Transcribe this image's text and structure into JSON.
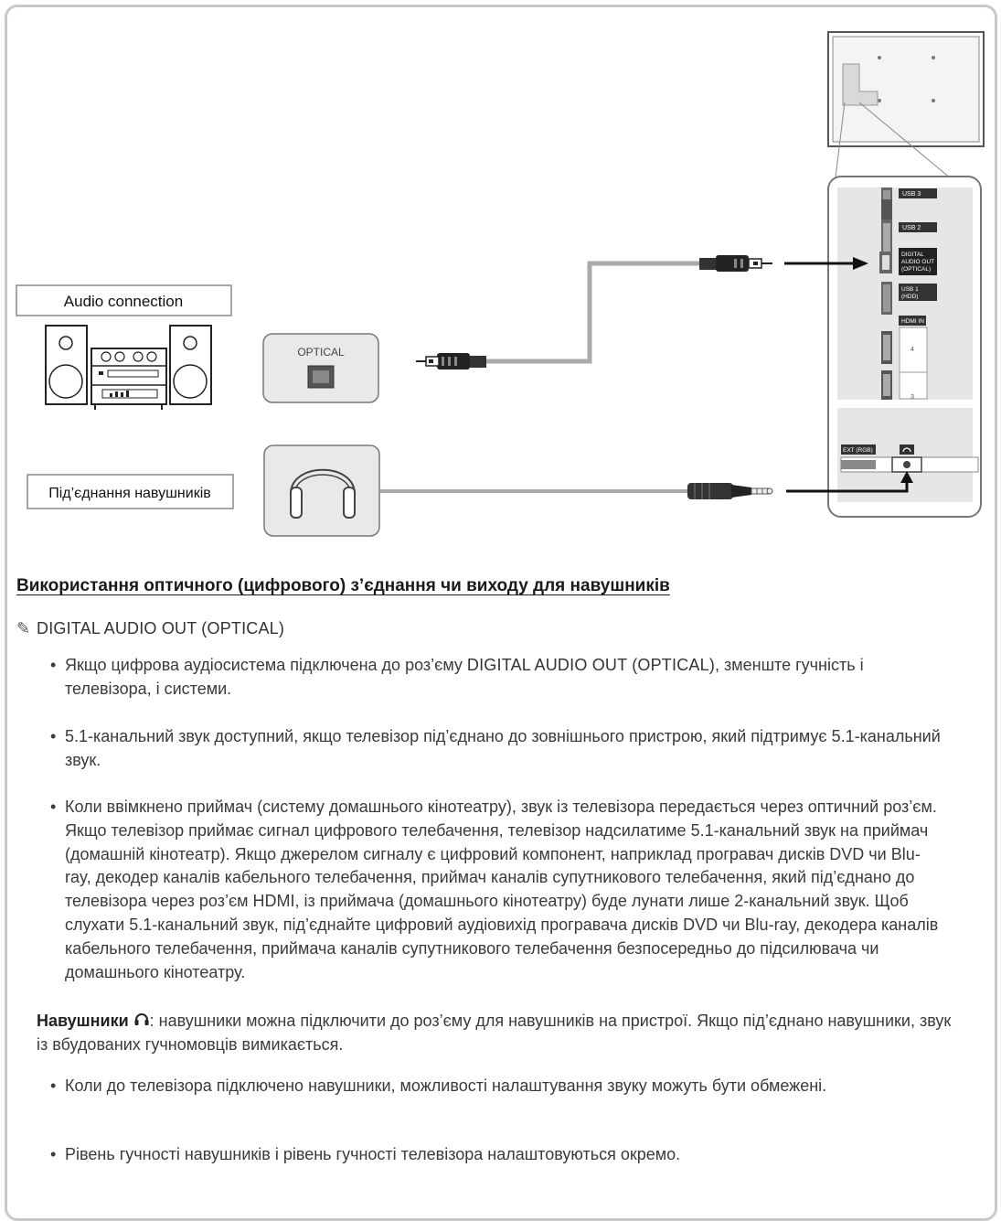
{
  "diagram": {
    "audio_connection_label": "Audio connection",
    "headphone_connection_label": "Під’єднання навушників",
    "optical_label": "OPTICAL",
    "ports": {
      "usb3": "USB 3",
      "usb2": "USB 2",
      "digital_audio_line1": "DIGITAL",
      "digital_audio_line2": "AUDIO OUT",
      "digital_audio_line3": "(OPTICAL)",
      "usb1_line1": "USB 1",
      "usb1_line2": "(HDD)",
      "hdmi_in": "HDMI IN",
      "hdmi4": "4",
      "hdmi3": "3",
      "ext_rgb": "EXT (RGB)"
    }
  },
  "content": {
    "section_title": "Використання оптичного (цифрового) з’єднання чи виходу для навушників",
    "note_optical_title": "DIGITAL AUDIO OUT (OPTICAL)",
    "bullets_optical": [
      {
        "pre": "Якщо цифрова аудіосистема підключена до роз’єму ",
        "accent": "DIGITAL AUDIO OUT (OPTICAL)",
        "post": ", зменште гучність і телевізора, і системи."
      },
      {
        "text": "5.1-канальний звук доступний, якщо телевізор під’єднано до зовнішнього пристрою, який підтримує 5.1-канальний звук."
      },
      {
        "text": "Коли ввімкнено приймач (систему домашнього кінотеатру), звук із телевізора передається через оптичний роз’єм. Якщо телевізор приймає сигнал цифрового телебачення, телевізор надсилатиме 5.1-канальний звук на приймач (домашній кінотеатр). Якщо джерелом сигналу є цифровий компонент, наприклад програвач дисків DVD чи Blu-ray, декодер каналів кабельного телебачення, приймач каналів супутникового телебачення, який під’єднано до телевізора через роз’єм HDMI, із приймача (домашнього кінотеатру) буде лунати лише 2-канальний звук. Щоб слухати 5.1-канальний звук, під’єднайте цифровий аудіовихід програвача дисків DVD чи Blu-ray, декодера каналів кабельного телебачення, приймача каналів супутникового телебачення безпосередньо до підсилювача чи домашнього кінотеатру."
      }
    ],
    "note_headphones_title": "Навушники",
    "note_headphones_text": ": навушники можна підключити до роз’єму для навушників на пристрої. Якщо під’єднано навушники, звук із вбудованих гучномовців вимикається.",
    "bullets_headphones": [
      "Коли до телевізора підключено навушники, можливості налаштування звуку можуть бути обмежені.",
      "Рівень гучності навушників і рівень гучності телевізора налаштовуються окремо."
    ],
    "bullet_char": "•"
  },
  "icons": {
    "note": "note-pencil-icon",
    "headphone": "headphone-icon"
  }
}
